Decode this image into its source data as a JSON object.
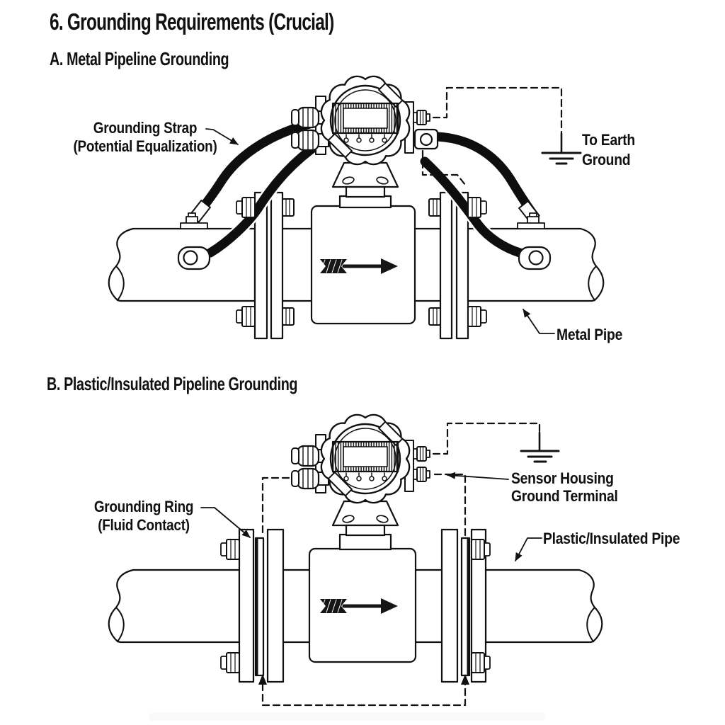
{
  "page": {
    "title": "6. Grounding Requirements (Crucial)",
    "background": "#ffffff",
    "ink": "#111111"
  },
  "section_a": {
    "heading": "A. Metal Pipeline Grounding",
    "labels": {
      "strap_line1": "Grounding Strap",
      "strap_line2": "(Potential Equalization)",
      "earth_line1": "To Earth",
      "earth_line2": "Ground",
      "pipe": "Metal Pipe"
    }
  },
  "section_b": {
    "heading": "B. Plastic/Insulated Pipeline Grounding",
    "labels": {
      "terminal_line1": "Sensor Housing",
      "terminal_line2": "Ground Terminal",
      "pipe": "Plastic/Insulated Pipe",
      "ring_line1": "Grounding Ring",
      "ring_line2": "(Fluid Contact)"
    }
  },
  "symbols": {
    "earth_ground": "earth-ground-symbol",
    "flow_arrow": "flow-direction-arrow",
    "flow_meter": "magnetic-flow-meter",
    "grounding_strap": "grounding-strap",
    "grounding_ring": "grounding-ring"
  }
}
